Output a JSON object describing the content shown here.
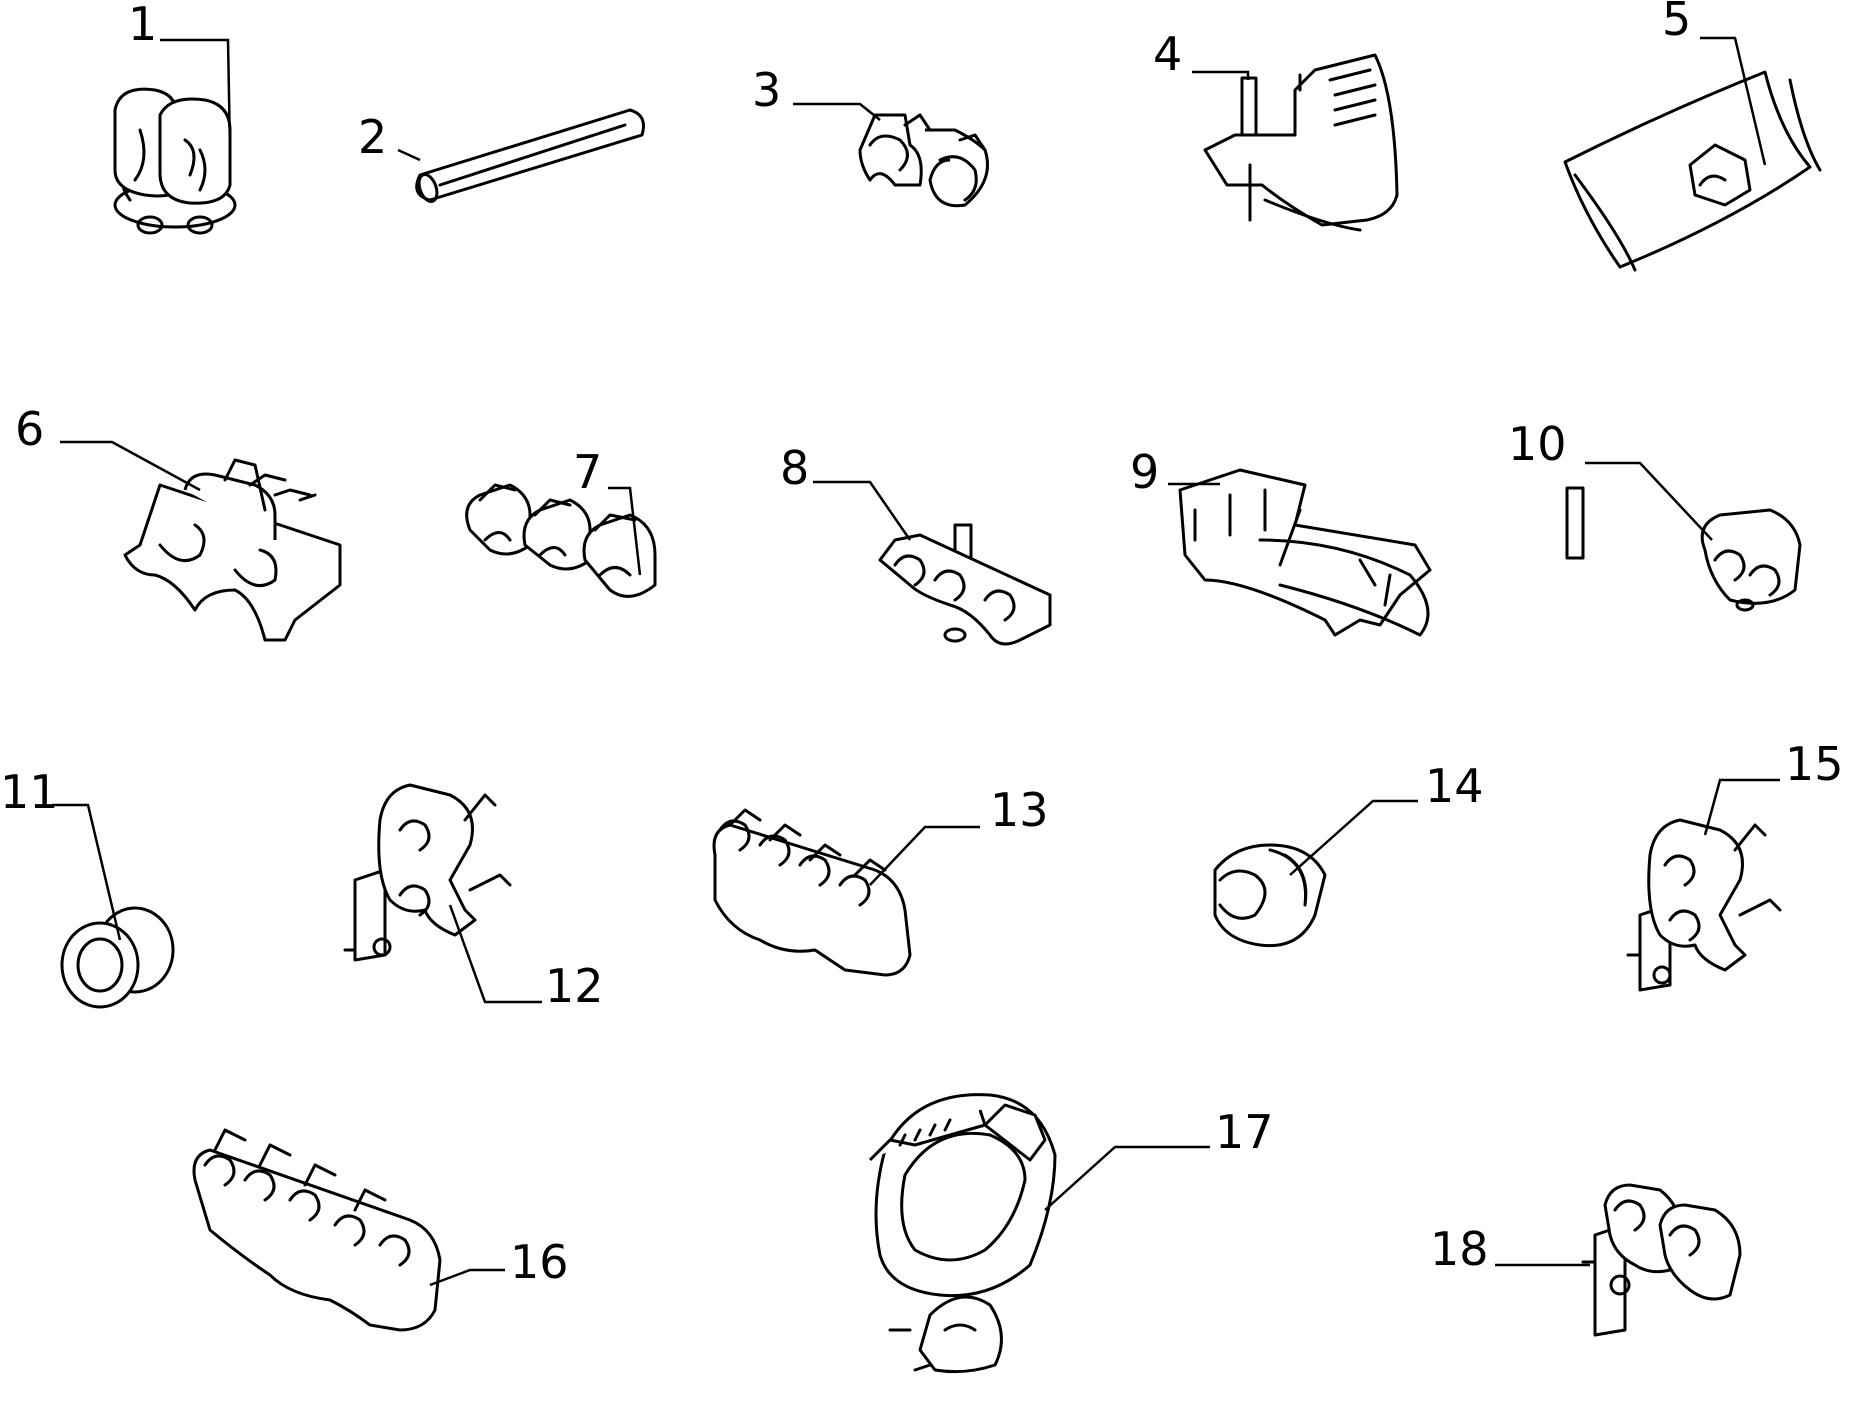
{
  "callouts": [
    {
      "id": 1,
      "text": "1"
    },
    {
      "id": 2,
      "text": "2"
    },
    {
      "id": 3,
      "text": "3"
    },
    {
      "id": 4,
      "text": "4"
    },
    {
      "id": 5,
      "text": "5"
    },
    {
      "id": 6,
      "text": "6"
    },
    {
      "id": 7,
      "text": "7"
    },
    {
      "id": 8,
      "text": "8"
    },
    {
      "id": 9,
      "text": "9"
    },
    {
      "id": 10,
      "text": "10"
    },
    {
      "id": 11,
      "text": "11"
    },
    {
      "id": 12,
      "text": "12"
    },
    {
      "id": 13,
      "text": "13"
    },
    {
      "id": 14,
      "text": "14"
    },
    {
      "id": 15,
      "text": "15"
    },
    {
      "id": 16,
      "text": "16"
    },
    {
      "id": 17,
      "text": "17"
    },
    {
      "id": 18,
      "text": "18"
    }
  ],
  "colors": {
    "line": "#000000",
    "background": "#ffffff"
  }
}
